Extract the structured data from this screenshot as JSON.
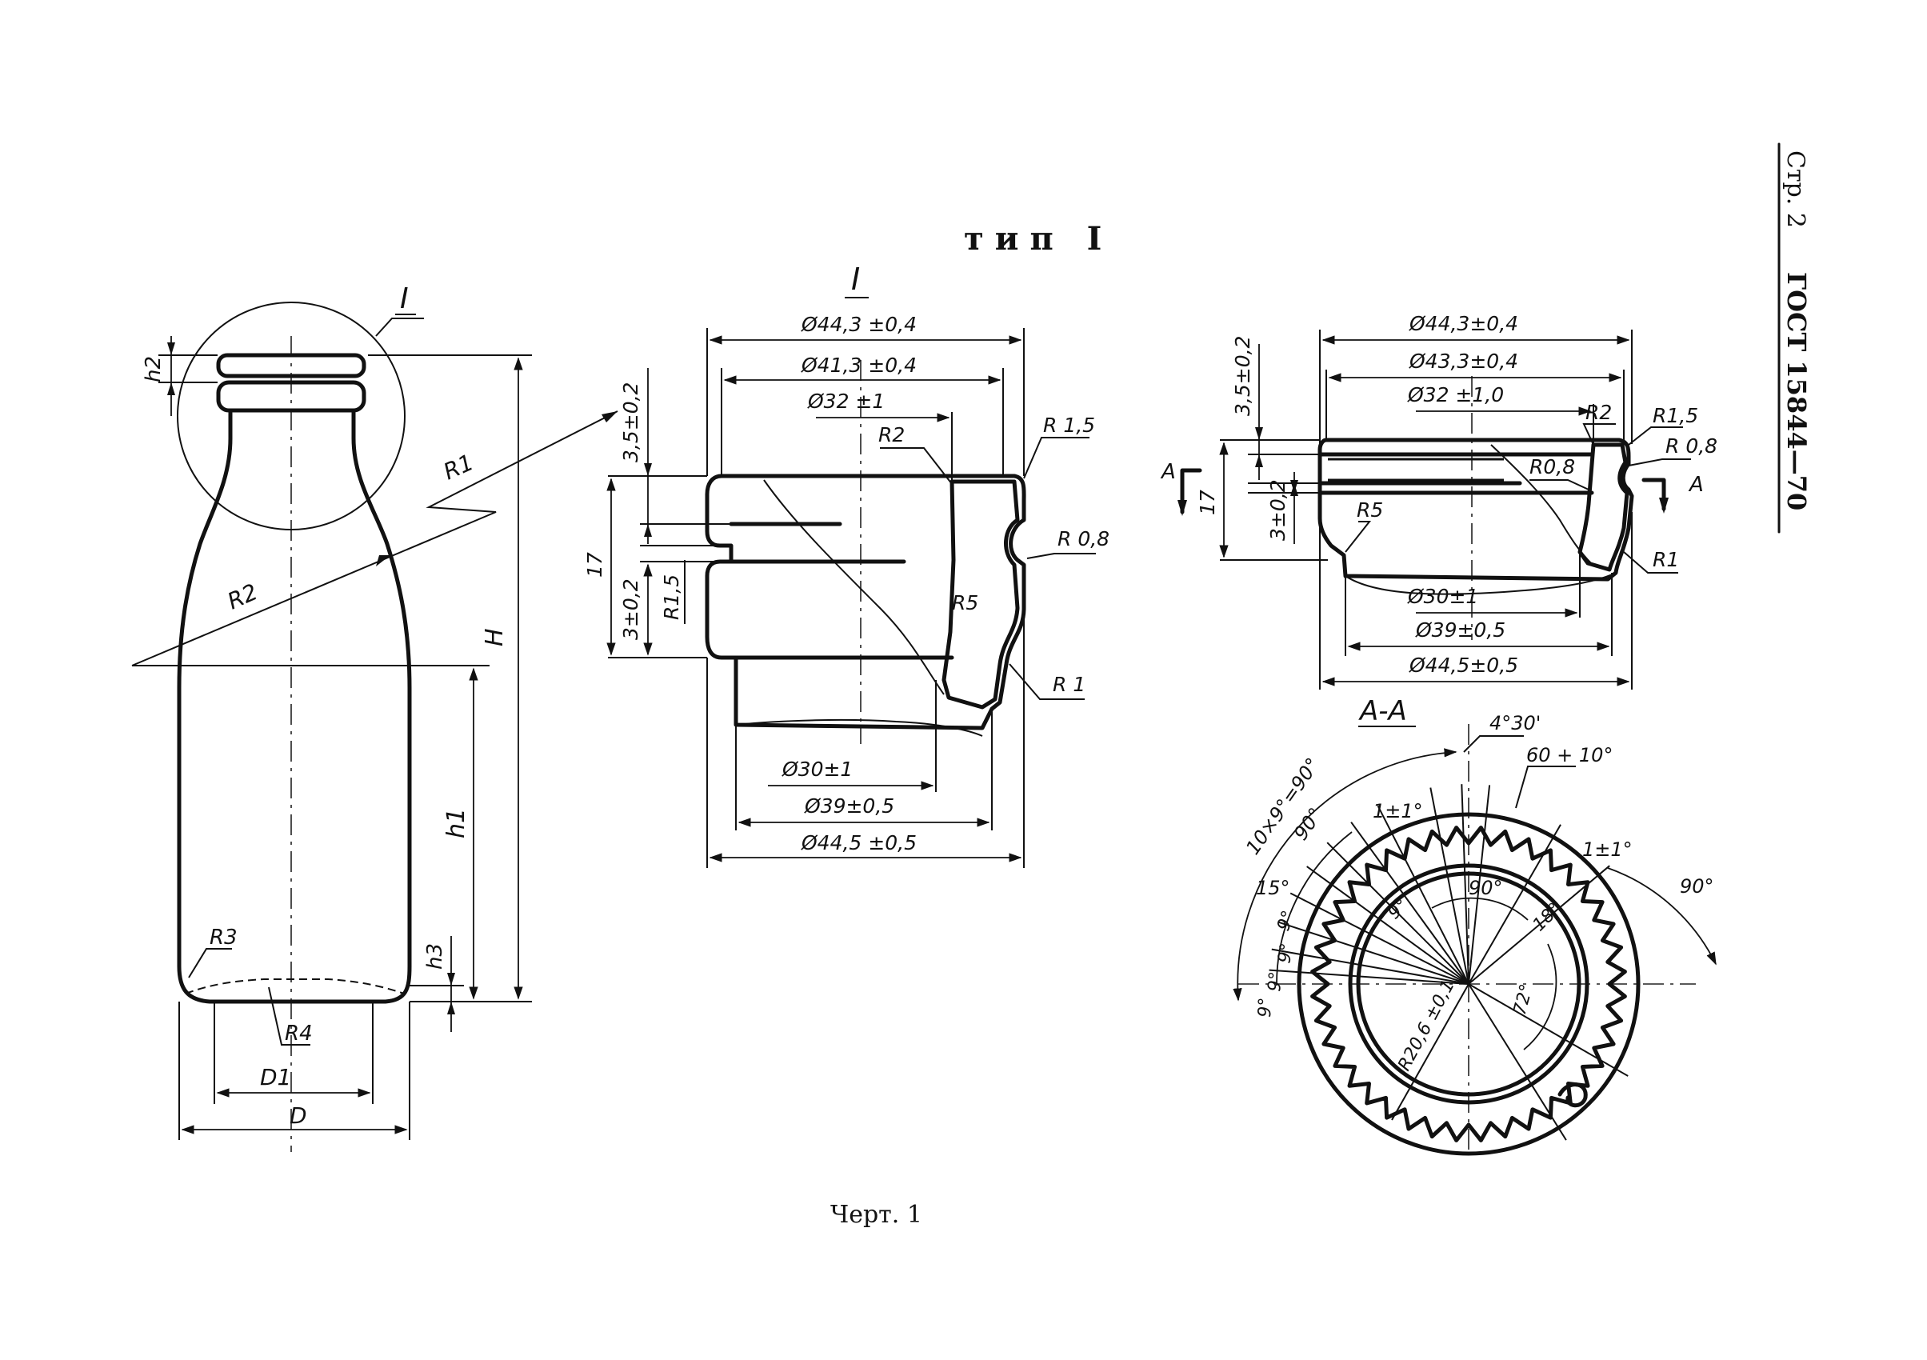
{
  "header": {
    "page": "Стр. 2",
    "standard": "ГОСТ 15844—70"
  },
  "title": "тип I",
  "caption": "Черт. 1",
  "bottle": {
    "detail_mark": "I",
    "labels": {
      "H": "H",
      "h1": "h1",
      "h2": "h2",
      "h3": "h3",
      "R1": "R1",
      "R2": "R2",
      "R3": "R3",
      "R4": "R4",
      "D": "D",
      "D1": "D1"
    }
  },
  "detail_i": {
    "mark": "I",
    "dims": {
      "d_outer_top": "Ø44,3 ±0,4",
      "d_mid": "Ø41,3 ±0,4",
      "d_inner": "Ø32 ±1",
      "d_30": "Ø30±1",
      "d_39": "Ø39±0,5",
      "d_bottom": "Ø44,5 ±0,5",
      "h_35": "3,5±0,2",
      "h_17": "17",
      "h_3": "3±0,2",
      "r15_left": "R1,5",
      "r2": "R2",
      "r15": "R 1,5",
      "r08": "R 0,8",
      "r5": "R5",
      "r1": "R 1"
    }
  },
  "detail_ii": {
    "dims": {
      "d_outer_top": "Ø44,3±0,4",
      "d_mid": "Ø43,3±0,4",
      "d_inner": "Ø32 ±1,0",
      "d_30": "Ø30±1",
      "d_39": "Ø39±0,5",
      "d_bottom": "Ø44,5±0,5",
      "h_35": "3,5±0,2",
      "h_17": "17",
      "h_3": "3±0,2",
      "r2": "R2",
      "r15": "R1,5",
      "r08a": "R0,8",
      "r08b": "R 0,8",
      "r5": "R5",
      "r1": "R1",
      "section_a_left": "A",
      "section_a_right": "A"
    }
  },
  "section_aa": {
    "title": "A-A",
    "dims": {
      "a_430": "4°30'",
      "a_60": "60 + 10°",
      "a_10x9": "10×9°=90°",
      "a_90_left": "90°",
      "a_1pm1_left": "1±1°",
      "a_1pm1_right": "1±1°",
      "a_90_right": "90°",
      "a_90_center": "90°",
      "a_15": "15°",
      "a_9_a": "9°",
      "a_9_b": "9°",
      "a_9_c": "9°",
      "a_9_d": "9°",
      "a_9_inner": "9°",
      "a_18": "18°",
      "a_72": "72°",
      "r_206": "R20,6 ±0,1"
    }
  }
}
